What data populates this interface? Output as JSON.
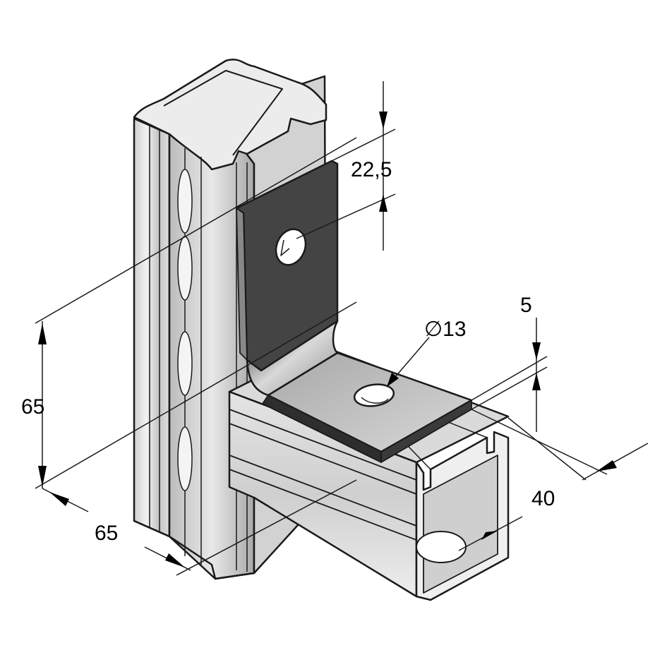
{
  "dimensions": {
    "bracket_top": "22,5",
    "hole": "∅13",
    "thickness": "5",
    "channel_width": "40",
    "post_height": "65",
    "post_depth": "65"
  },
  "colors": {
    "steel_light": "#e6e6e6",
    "steel_mid": "#c9c9c9",
    "steel_dark": "#9e9e9e",
    "bracket_dark": "#444444",
    "bracket_light": "#bdbdbd",
    "outline": "#1a1a1a"
  }
}
